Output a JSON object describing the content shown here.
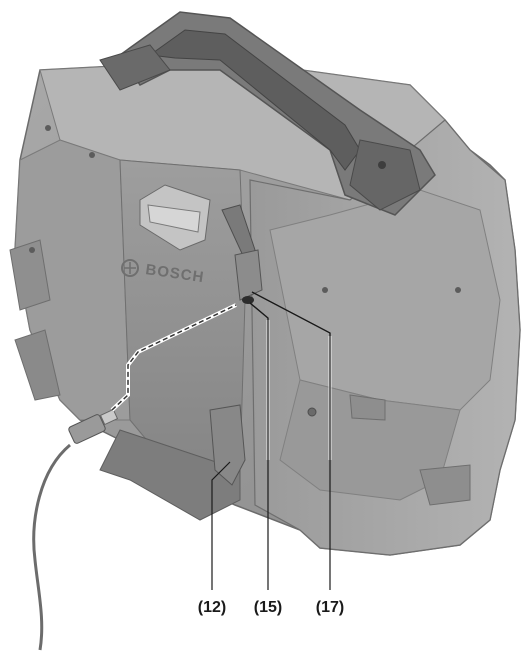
{
  "brand": {
    "text": "BOSCH"
  },
  "callouts": [
    {
      "id": "12",
      "label": "(12)"
    },
    {
      "id": "15",
      "label": "(15)"
    },
    {
      "id": "17",
      "label": "(17)"
    }
  ]
}
